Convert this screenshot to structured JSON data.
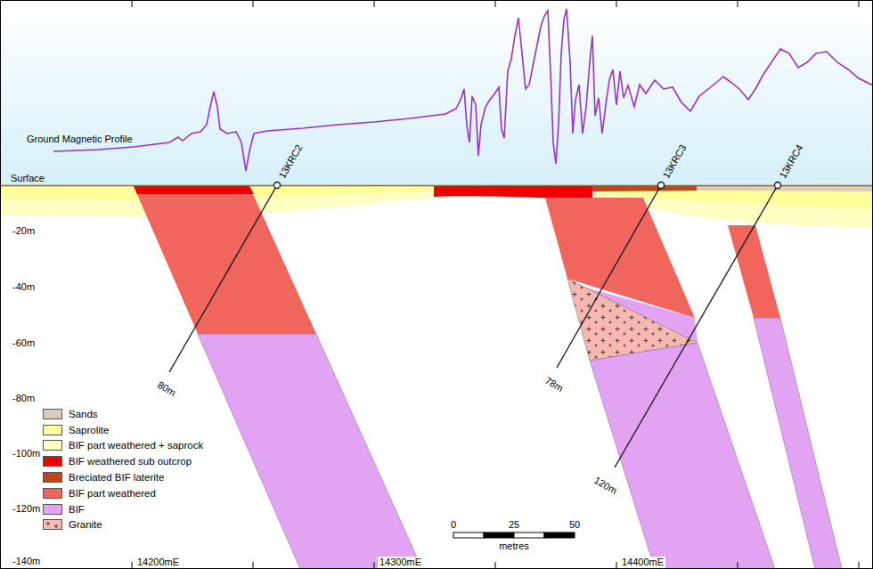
{
  "diagram": {
    "labels": [
      "Ground Magnetic Profile",
      "Surface",
      "13KRC2",
      "13KRC3",
      "13KRC4",
      "80m",
      "78m",
      "120m",
      "-20m",
      "-40m",
      "-60m",
      "-80m",
      "-100m",
      "-120m",
      "-140m",
      "0",
      "25",
      "50",
      "metres",
      "14200mE",
      "14300mE",
      "14400mE"
    ],
    "legend": [
      {
        "text": "Sands",
        "color": "#d9ccbc"
      },
      {
        "text": "Saprolite",
        "color": "#ffff99"
      },
      {
        "text": "BIF part weathered + saprock",
        "color": "#ffffc4"
      },
      {
        "text": "BIF weathered sub outcrop",
        "color": "#ee0000"
      },
      {
        "text": "Breciated BIF laterite",
        "color": "#c1451b"
      },
      {
        "text": "BIF part weathered",
        "color": "#f0655c"
      },
      {
        "text": "BIF",
        "color": "#e2a4f2"
      },
      {
        "text": "Granite",
        "color": "#f6b8b0"
      }
    ]
  }
}
